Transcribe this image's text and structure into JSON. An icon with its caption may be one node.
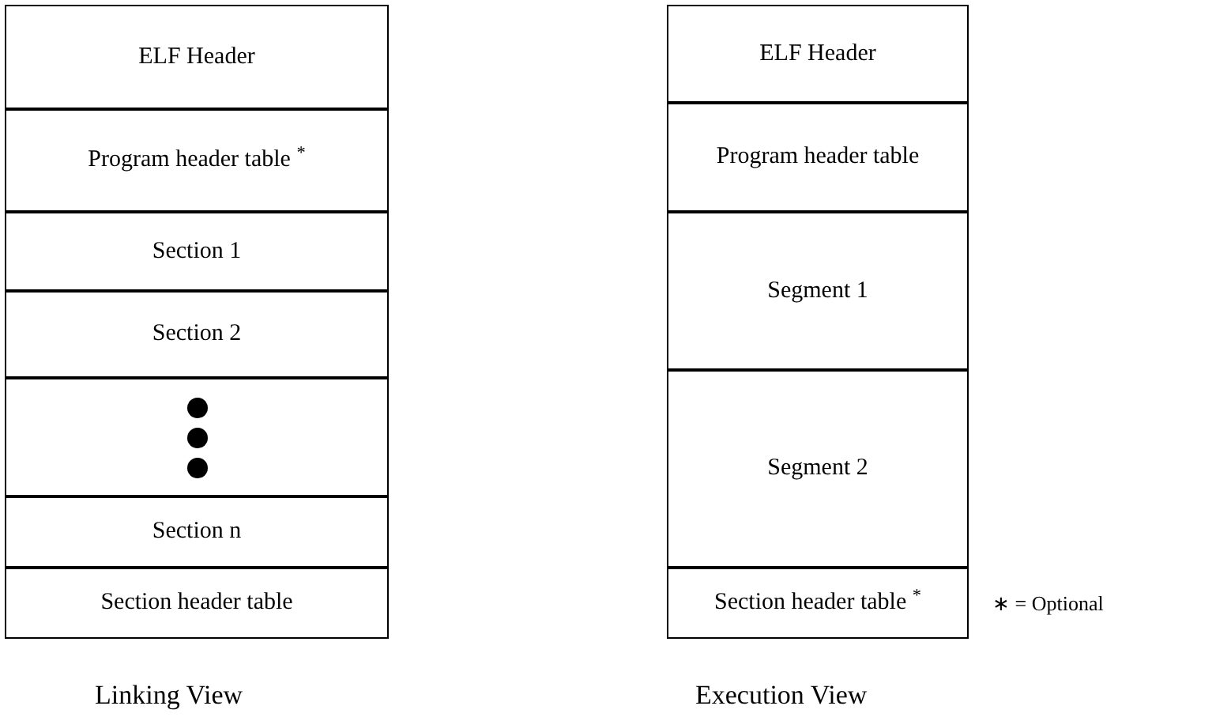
{
  "diagram": {
    "nodes": [
      {
        "text": [
          "ELF Header"
        ]
      },
      {
        "text": [
          "Program header table $^{*}$"
        ]
      },
      {
        "text": [
          "Section 1"
        ]
      },
      {
        "text": [
          "Section 2"
        ]
      },
      {
        "text": [],
        "shape": "box"
      },
      {
        "text": [
          "Section n"
        ]
      },
      {
        "text": [
          "Section header table"
        ]
      },
      {
        "text": [
          "ELF Header"
        ]
      },
      {
        "text": [
          "Program header table"
        ]
      },
      {
        "text": [
          "Segment 1"
        ]
      },
      {
        "text": [
          "Segment 2"
        ]
      },
      {
        "text": [
          "Section header table $^{*}$"
        ]
      }
    ],
    "edges": [],
    "labels": [
      "∗ = Optional",
      "Linking View",
      "Execution View"
    ]
  }
}
